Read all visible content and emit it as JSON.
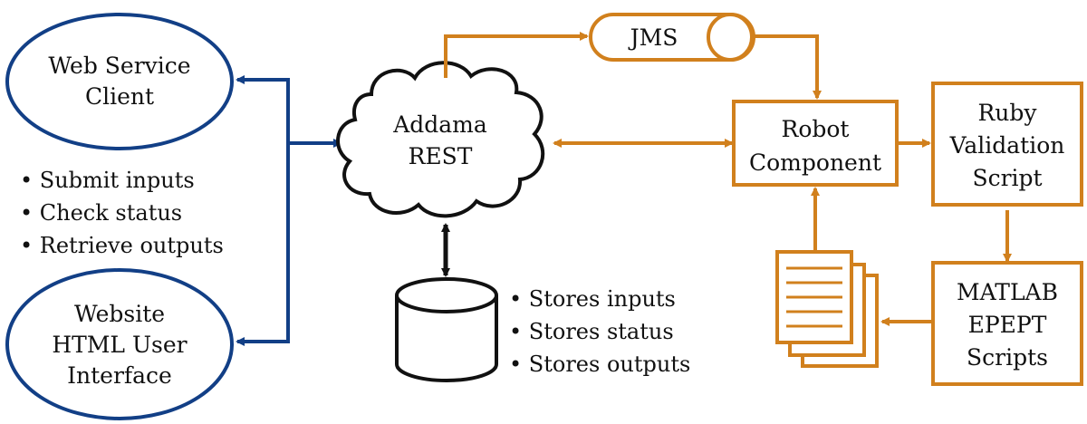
{
  "colors": {
    "blue": "#123f86",
    "orange": "#d1801d",
    "black": "#111111",
    "background": "#ffffff"
  },
  "nodes": {
    "web_service_client": {
      "line1": "Web Service",
      "line2": "Client"
    },
    "website_ui": {
      "line1": "Website",
      "line2": "HTML User",
      "line3": "Interface"
    },
    "addama_rest": {
      "line1": "Addama",
      "line2": "REST"
    },
    "jms": {
      "label": "JMS"
    },
    "robot_component": {
      "line1": "Robot",
      "line2": "Component"
    },
    "ruby_validation": {
      "line1": "Ruby",
      "line2": "Validation",
      "line3": "Script"
    },
    "matlab_epept": {
      "line1": "MATLAB",
      "line2": "EPEPT",
      "line3": "Scripts"
    }
  },
  "client_actions": [
    "• Submit inputs",
    "• Check status",
    "• Retrieve outputs"
  ],
  "storage_actions": [
    "• Stores inputs",
    "• Stores status",
    "• Stores outputs"
  ]
}
